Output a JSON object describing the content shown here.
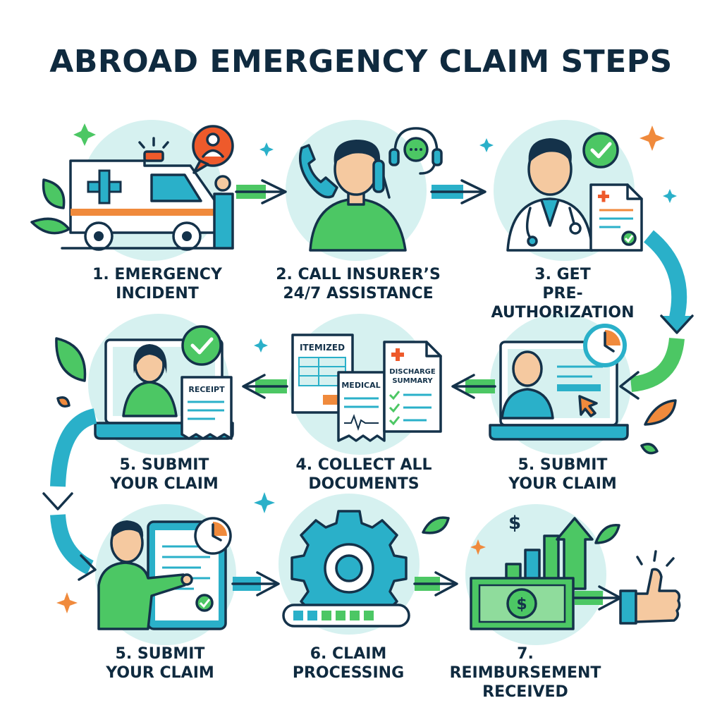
{
  "title": "ABROAD EMERGENCY CLAIM STEPS",
  "steps": [
    {
      "line1": "1. EMERGENCY",
      "line2": "INCIDENT"
    },
    {
      "line1": "2. CALL INSURER’S",
      "line2": "24/7 ASSISTANCE"
    },
    {
      "line1": "3. GET",
      "line2": "PRE-AUTHORIZATION"
    },
    {
      "line1": "5. SUBMIT",
      "line2": "YOUR CLAIM"
    },
    {
      "line1": "4. COLLECT ALL",
      "line2": "DOCUMENTS"
    },
    {
      "line1": "5. SUBMIT",
      "line2": "YOUR CLAIM"
    },
    {
      "line1": "5. SUBMIT",
      "line2": "YOUR CLAIM"
    },
    {
      "line1": "6. CLAIM",
      "line2": "PROCESSING"
    },
    {
      "line1": "7. REIMBURSEMENT",
      "line2": "RECEIVED"
    }
  ],
  "doc_labels": {
    "itemized": "ITEMIZED",
    "medical": "MEDICAL",
    "discharge": "DISCHARGE",
    "summary": "SUMMARY",
    "receipt": "RECEIPT",
    "dollar": "$"
  },
  "colors": {
    "navy": "#14324a",
    "green": "#4cc764",
    "teal": "#2ab0c9",
    "light_teal": "#d6f1f0",
    "orange": "#f08a3c",
    "red_orange": "#ee5a2b"
  },
  "icons": [
    "ambulance-icon",
    "person-icon",
    "phone-icon",
    "headset-icon",
    "doctor-icon",
    "checkmark-icon",
    "document-icon",
    "laptop-icon",
    "receipt-icon",
    "clock-icon",
    "cursor-icon",
    "tablet-icon",
    "gear-icon",
    "progress-bar-icon",
    "money-icon",
    "bar-chart-icon",
    "thumbs-up-icon",
    "leaf-icon",
    "sparkle-icon"
  ]
}
